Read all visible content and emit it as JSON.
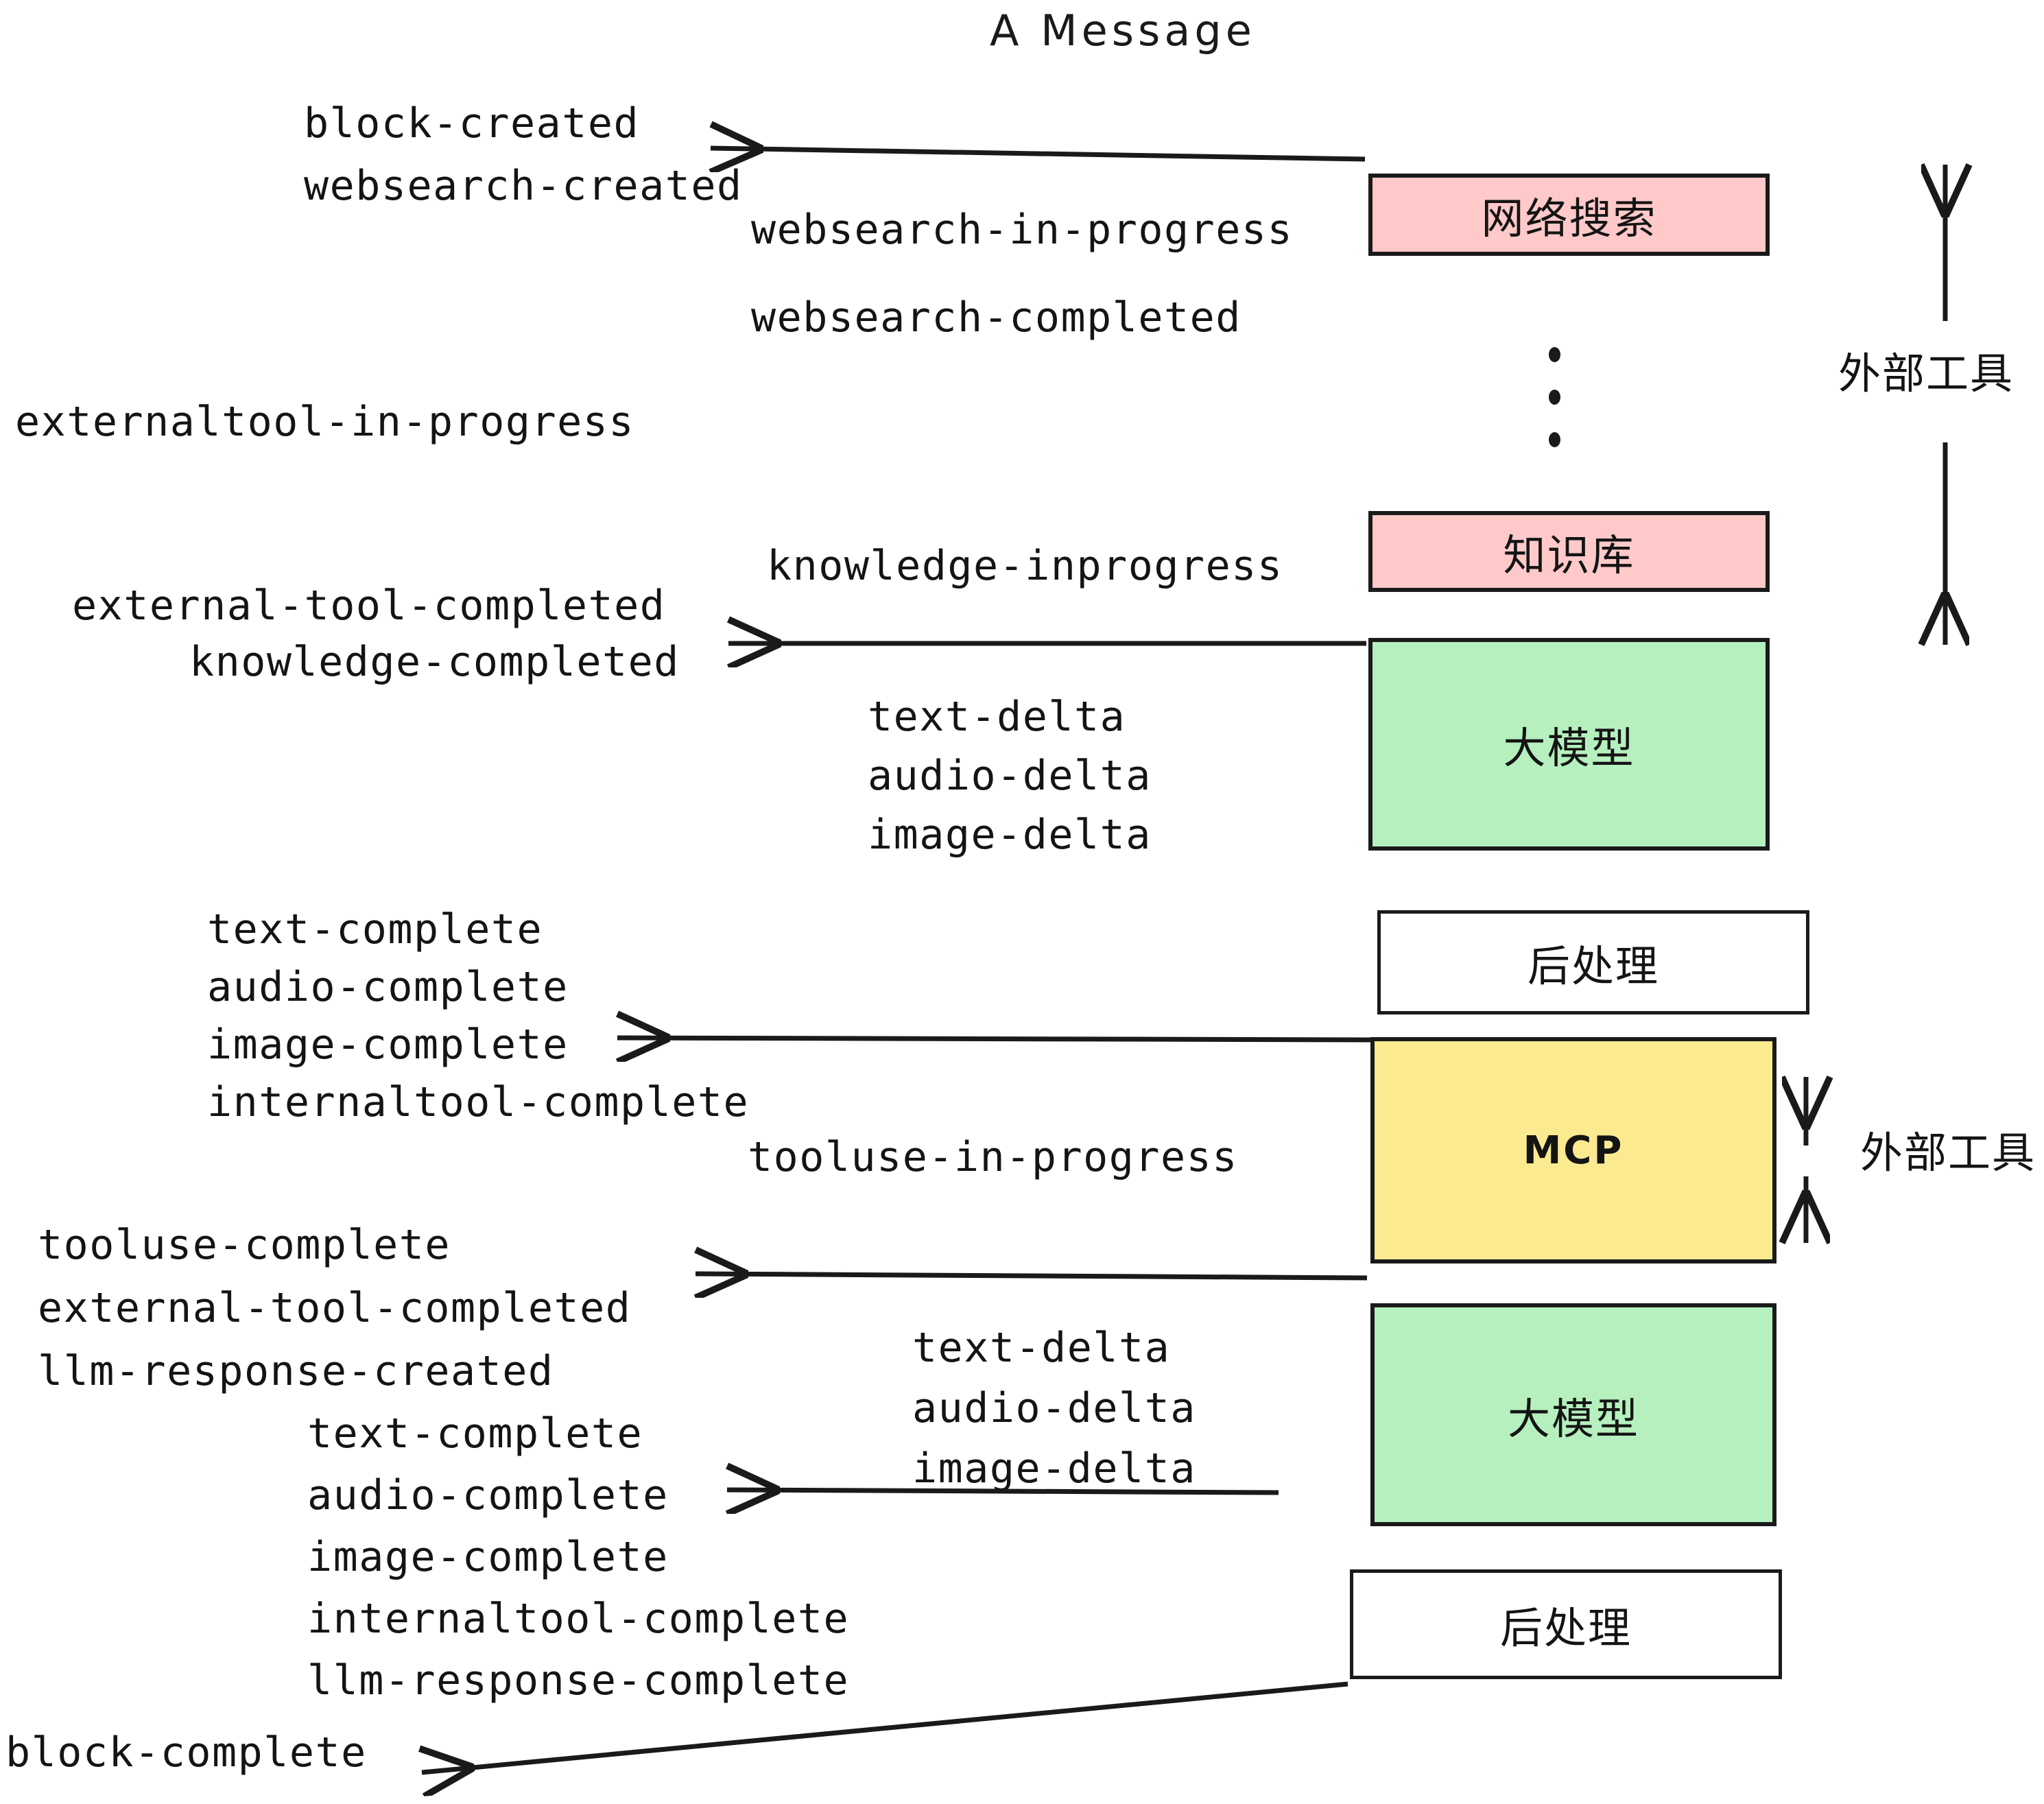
{
  "title": "A Message",
  "colors": {
    "pink": "#FFC9C9",
    "green": "#B5F0BE",
    "yellow": "#FCEA90",
    "white": "#FFFFFF",
    "stroke": "#1A1A1A",
    "text": "#141414"
  },
  "boxes": [
    {
      "id": "websearch",
      "label": "网络搜索",
      "fill": "#FFC9C9"
    },
    {
      "id": "knowledgebase",
      "label": "知识库",
      "fill": "#FFC9C9"
    },
    {
      "id": "llm-upper",
      "label": "大模型",
      "fill": "#B5F0BE"
    },
    {
      "id": "postprocess-upper",
      "label": "后处理",
      "fill": "#FFFFFF"
    },
    {
      "id": "mcp",
      "label": "MCP",
      "fill": "#FCEA90"
    },
    {
      "id": "llm-lower",
      "label": "大模型",
      "fill": "#B5F0BE"
    },
    {
      "id": "postprocess-lower",
      "label": "后处理",
      "fill": "#FFFFFF"
    }
  ],
  "side_labels": [
    {
      "id": "external-tool-upper",
      "label": "外部工具"
    },
    {
      "id": "external-tool-lower",
      "label": "外部工具"
    }
  ],
  "events": [
    {
      "id": "block-created",
      "label": "block-created"
    },
    {
      "id": "websearch-created",
      "label": "websearch-created"
    },
    {
      "id": "websearch-in-progress",
      "label": "websearch-in-progress"
    },
    {
      "id": "websearch-completed",
      "label": "websearch-completed"
    },
    {
      "id": "externaltool-in-progress",
      "label": "externaltool-in-progress"
    },
    {
      "id": "knowledge-inprogress",
      "label": "knowledge-inprogress"
    },
    {
      "id": "external-tool-completed-1",
      "label": "external-tool-completed"
    },
    {
      "id": "knowledge-completed",
      "label": "knowledge-completed"
    },
    {
      "id": "text-delta-1",
      "label": "text-delta"
    },
    {
      "id": "audio-delta-1",
      "label": "audio-delta"
    },
    {
      "id": "image-delta-1",
      "label": "image-delta"
    },
    {
      "id": "text-complete-1",
      "label": "text-complete"
    },
    {
      "id": "audio-complete-1",
      "label": "audio-complete"
    },
    {
      "id": "image-complete-1",
      "label": "image-complete"
    },
    {
      "id": "internaltool-complete-1",
      "label": "internaltool-complete"
    },
    {
      "id": "tooluse-in-progress",
      "label": "tooluse-in-progress"
    },
    {
      "id": "tooluse-complete",
      "label": "tooluse-complete"
    },
    {
      "id": "external-tool-completed-2",
      "label": "external-tool-completed"
    },
    {
      "id": "llm-response-created",
      "label": "llm-response-created"
    },
    {
      "id": "text-delta-2",
      "label": "text-delta"
    },
    {
      "id": "audio-delta-2",
      "label": "audio-delta"
    },
    {
      "id": "image-delta-2",
      "label": "image-delta"
    },
    {
      "id": "text-complete-2",
      "label": "text-complete"
    },
    {
      "id": "audio-complete-2",
      "label": "audio-complete"
    },
    {
      "id": "image-complete-2",
      "label": "image-complete"
    },
    {
      "id": "internaltool-complete-2",
      "label": "internaltool-complete"
    },
    {
      "id": "llm-response-complete",
      "label": "llm-response-complete"
    },
    {
      "id": "block-complete",
      "label": "block-complete"
    }
  ]
}
